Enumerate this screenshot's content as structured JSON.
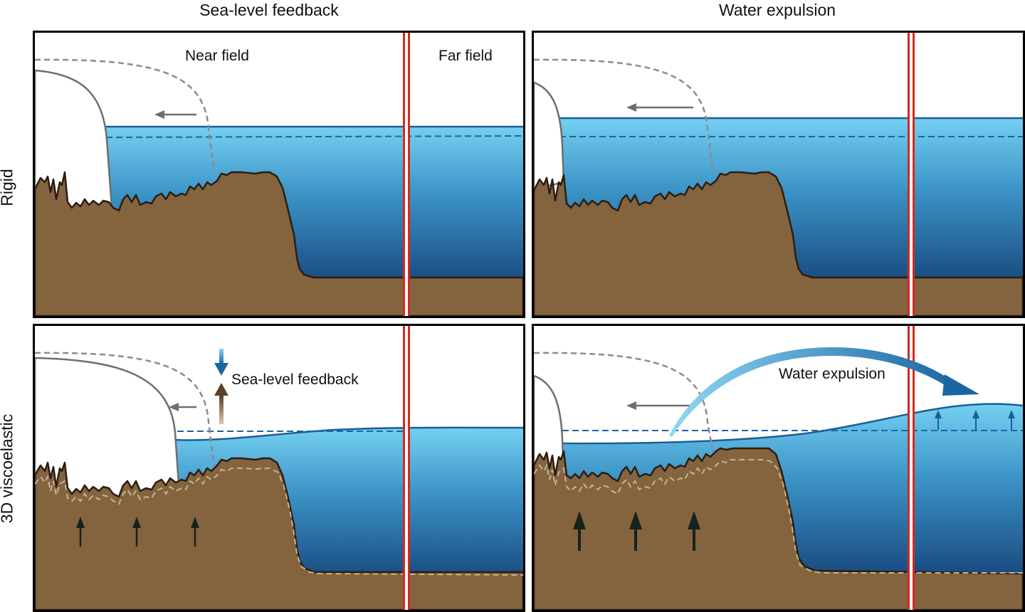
{
  "column_titles": {
    "left": "Sea-level feedback",
    "right": "Water expulsion"
  },
  "row_titles": {
    "top": "Rigid",
    "bottom": "3D viscoelastic"
  },
  "panels": {
    "top_left": {
      "near_field": "Near field",
      "far_field": "Far field"
    },
    "bottom_left": {
      "annotation": "Sea-level feedback"
    },
    "bottom_right": {
      "annotation": "Water expulsion"
    }
  },
  "colors": {
    "ocean_top": "#6ccbef",
    "ocean_bottom": "#1a4f86",
    "bedrock": "#84643f",
    "ice_outline": "#6e6e6e",
    "sea_line": "#1b5e96",
    "divider_red": "#d42a20",
    "uplift_arrow": "#15231a"
  },
  "icons": [
    "arrow-left-icon",
    "arrow-up-icon",
    "arrow-down-icon",
    "curved-arrow-icon"
  ]
}
